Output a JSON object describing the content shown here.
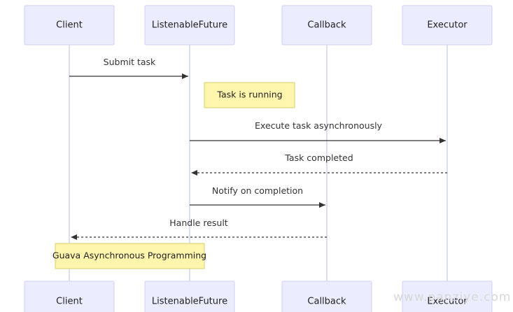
{
  "participants": [
    {
      "id": "client",
      "label": "Client"
    },
    {
      "id": "future",
      "label": "ListenableFuture"
    },
    {
      "id": "callback",
      "label": "Callback"
    },
    {
      "id": "executor",
      "label": "Executor"
    }
  ],
  "messages": [
    {
      "from": "client",
      "to": "future",
      "label": "Submit task",
      "style": "solid"
    },
    {
      "from": "future",
      "to": "executor",
      "label": "Execute task asynchronously",
      "style": "solid"
    },
    {
      "from": "executor",
      "to": "future",
      "label": "Task completed",
      "style": "dashed"
    },
    {
      "from": "future",
      "to": "callback",
      "label": "Notify on completion",
      "style": "solid"
    },
    {
      "from": "callback",
      "to": "client",
      "label": "Handle result",
      "style": "dashed"
    }
  ],
  "notes": [
    {
      "over": "future",
      "text": "Task is running"
    },
    {
      "over": "client",
      "text": "Guava Asynchronous Programming"
    }
  ],
  "watermark": "www.panziye.com"
}
